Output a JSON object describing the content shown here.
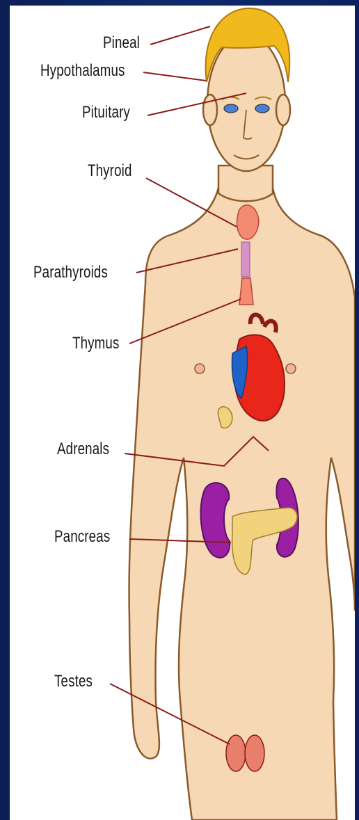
{
  "labels": {
    "pineal": "Pineal",
    "hypothalamus": "Hypothalamus",
    "pituitary": "Pituitary",
    "thyroid": "Thyroid",
    "parathyroids": "Parathyroids",
    "thymus": "Thymus",
    "adrenals": "Adrenals",
    "pancreas": "Pancreas",
    "testes": "Testes"
  },
  "colors": {
    "skin": "#f6d9b4",
    "outline": "#8a5a2b",
    "hair": "#f2b91c",
    "leader_line": "#8b1a1a",
    "thyroid": "#f58a73",
    "heart_red": "#e8261a",
    "heart_blue": "#1f63c9",
    "kidney": "#9b1fa3",
    "pancreas": "#f1d37e"
  }
}
